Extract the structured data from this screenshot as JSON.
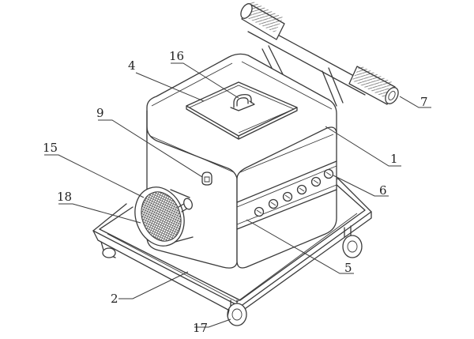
{
  "labels": {
    "l1": "1",
    "l2": "2",
    "l4": "4",
    "l5": "5",
    "l6": "6",
    "l7": "7",
    "l9": "9",
    "l15": "15",
    "l16": "16",
    "l17": "17",
    "l18": "18"
  }
}
